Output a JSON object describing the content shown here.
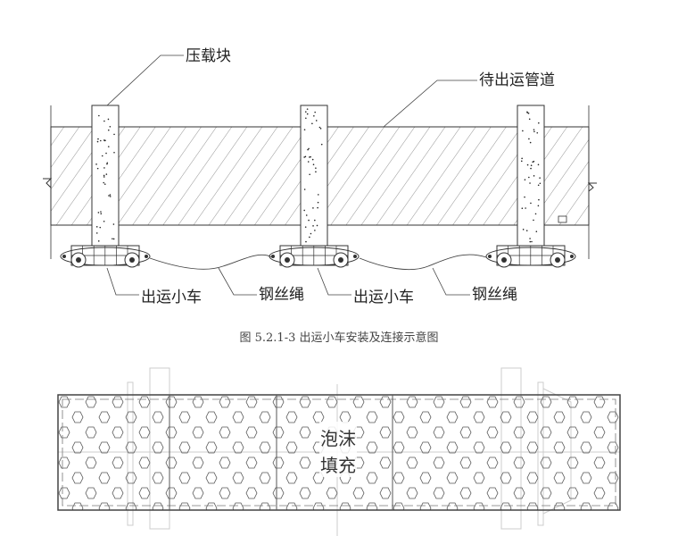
{
  "figure_top": {
    "labels": {
      "ballast_block": "压载块",
      "pipe": "待出运管道",
      "cart_1": "出运小车",
      "rope_1": "钢丝绳",
      "cart_2": "出运小车",
      "rope_2": "钢丝绳"
    },
    "caption": "图 5.2.1-3 出运小车安装及连接示意图"
  },
  "figure_bottom": {
    "fill_label_line1": "泡沫",
    "fill_label_line2": "填充"
  },
  "colors": {
    "line": "#333333",
    "hatch": "#555555",
    "faint": "#bbbbbb"
  }
}
